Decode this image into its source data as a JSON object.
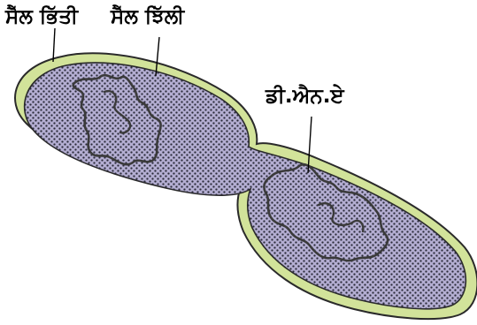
{
  "labels": {
    "cell_wall": "ਸੈੱਲ ਭਿੱਤੀ",
    "cell_membrane": "ਸੈੱਲ ਝਿੱਲੀ",
    "dna": "ਡੀ.ਐਨ.ਏ"
  },
  "colors": {
    "cell_wall": "#d2e39a",
    "cytoplasm": "#b4aed2",
    "outline": "#2a2a2a",
    "dots": "#2b2b3a",
    "dna_strand": "#3a3a3a"
  }
}
